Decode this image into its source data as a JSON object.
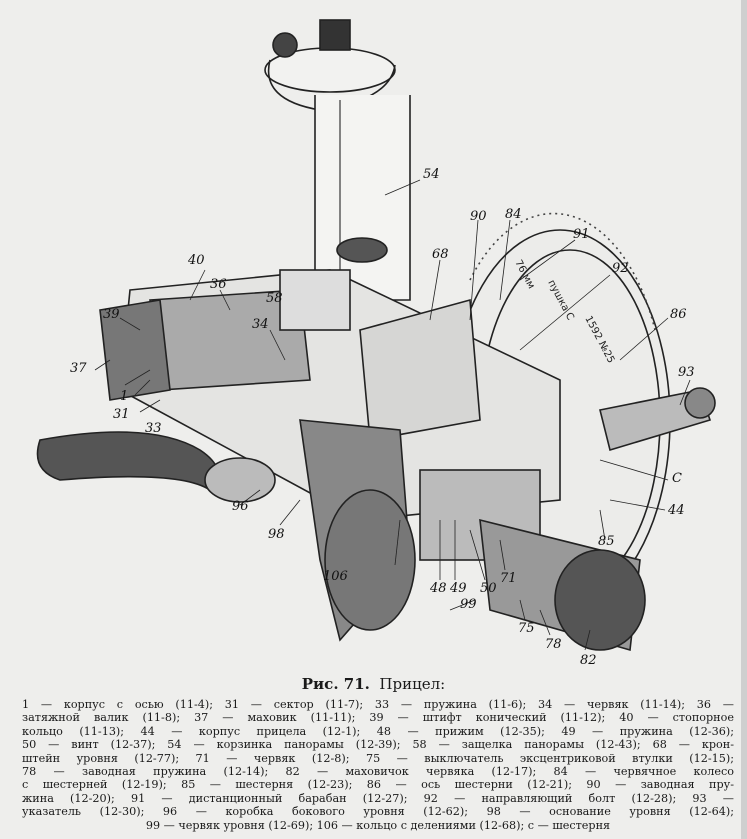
{
  "figure": {
    "labels": {
      "l54": "54",
      "l68": "68",
      "l90": "90",
      "l84": "84",
      "l91": "91",
      "l92": "92",
      "l58": "58",
      "l40": "40",
      "l36": "36",
      "l34": "34",
      "l39": "39",
      "l37": "37",
      "l1": "1",
      "l31": "31",
      "l33": "33",
      "l86": "86",
      "l93": "93",
      "lc": "C",
      "l44": "44",
      "l85": "85",
      "l96": "96",
      "l98": "98",
      "l106": "106",
      "l48": "48",
      "l49": "49",
      "l50": "50",
      "l71": "71",
      "l99": "99",
      "l75": "75",
      "l78": "78",
      "l82": "82"
    },
    "drum_text": [
      "76 мм",
      "пушка С",
      "1592 №25"
    ]
  },
  "caption": {
    "fig_number": "Рис. 71.",
    "fig_title": "Прицел:",
    "lines": [
      "1 — корпус с осью (11-4); 31 — сектор (11-7); 33 — пружина (11-6); 34 — червяк (11-14); 36 —",
      "затяжной валик (11-8); 37 — маховик (11-11); 39 — штифт конический (11-12); 40 — стопорное",
      "кольцо (11-13); 44 — корпус прицела (12-1); 48 — прижим (12-35); 49 — пружина (12-36);",
      "50 — винт (12-37); 54 — корзинка панорамы (12-39); 58 — защелка панорамы (12-43); 68 — крон-",
      "штейн уровня (12-77); 71 — червяк (12-8); 75 — выключатель эксцентриковой втулки (12-15);",
      "78 — заводная пружина (12-14); 82 — маховичок червяка (12-17); 84 — червячное колесо",
      "с шестерней (12-19); 85 — шестерня (12-23); 86 — ось шестерни (12-21); 90 — заводная пру-",
      "жина (12-20); 91 — дистанционный барабан (12-27); 92 — направляющий болт (12-28); 93 —",
      "указатель (12-30); 96 — коробка бокового уровня (12-62); 98 — основание уровня (12-64);",
      "99 — червяк уровня (12-69); 106 — кольцо с делениями (12-68); с — шестерня"
    ]
  }
}
